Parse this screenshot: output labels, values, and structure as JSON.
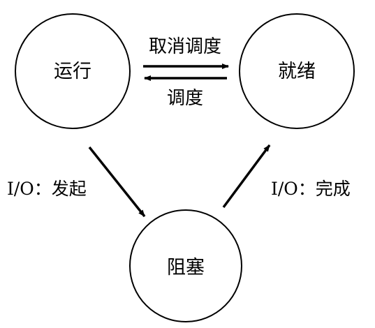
{
  "nodes": {
    "running": "运行",
    "ready": "就绪",
    "blocked": "阻塞"
  },
  "edges": {
    "deschedule": "取消调度",
    "schedule": "调度",
    "io_start": "I/O：发起",
    "io_done": "I/O：完成"
  },
  "colors": {
    "stroke": "#000000",
    "background": "#ffffff"
  }
}
